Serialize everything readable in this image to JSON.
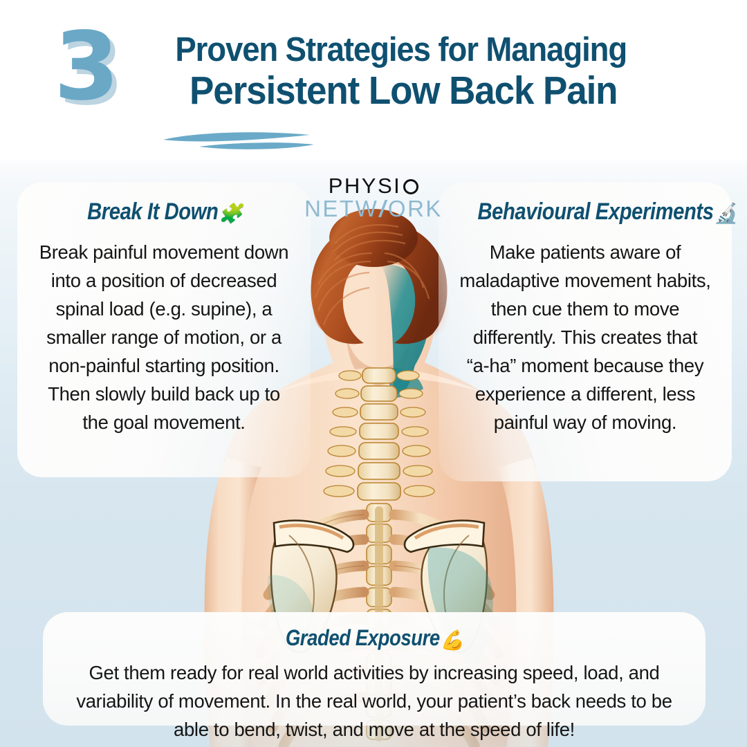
{
  "header": {
    "number": "3",
    "line1": "Proven Strategies for Managing",
    "line2": "Persistent Low Back Pain",
    "underline_icon": "swoosh-underline-icon"
  },
  "logo": {
    "line1": "PHYSI",
    "line1_o_icon": "circle-o-icon",
    "line2_part1": "NETW",
    "line2_slash": "/",
    "line2_part2": "ORK"
  },
  "artwork": {
    "name": "human-back-spine-anatomy-illustration",
    "alt": "Posterior view of a person showing the cervical and thoracic spine, ribcage and scapulae with highlighted pain areas"
  },
  "cards": {
    "left": {
      "title": "Break It Down",
      "emoji": "🧩",
      "emoji_name": "puzzle-piece-icon",
      "body": "Break painful movement down into a position of decreased spinal load (e.g. supine), a smaller range of motion, or a non-painful starting position. Then slowly build back up to the goal movement."
    },
    "right": {
      "title": "Behavioural Experiments",
      "emoji": "🔬",
      "emoji_name": "microscope-icon",
      "body": "Make patients aware of maladaptive movement habits, then cue them to move differently. This creates that “a-ha” moment because they experience a different, less painful way of moving."
    },
    "bottom": {
      "title": "Graded Exposure",
      "emoji": "💪",
      "emoji_name": "flexed-biceps-icon",
      "body": "Get them ready for real world activities by increasing speed, load, and variability of movement. In the real world, your patient’s back needs to be able to bend, twist, and move at the speed of life!"
    }
  },
  "colors": {
    "heading_navy": "#0f5070",
    "accent_blue": "#6aa8c6",
    "accent_blue_light": "#9cc2d6",
    "logo_blue": "#8fb9cf",
    "background_top": "#ffffff",
    "background_bottom": "#d3e3ed",
    "card_white": "#fdfdfc",
    "body_text": "#151515",
    "puzzle_green": "#74b04a"
  }
}
